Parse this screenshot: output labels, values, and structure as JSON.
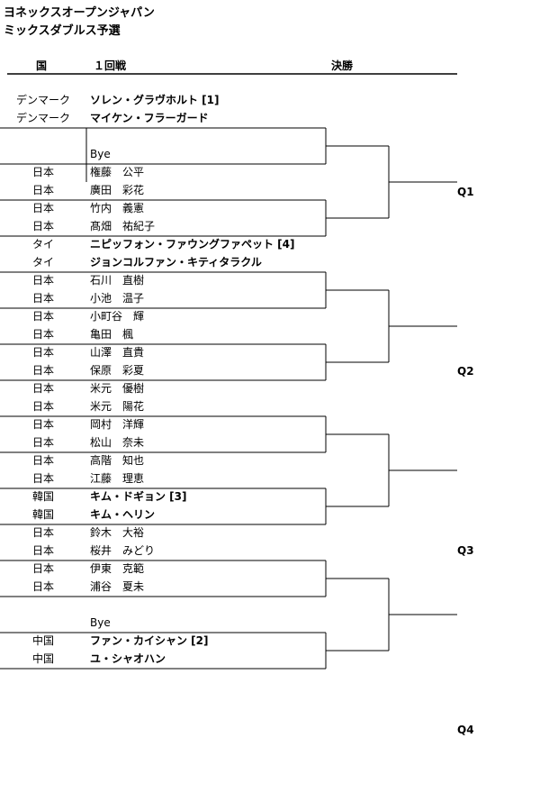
{
  "title1": "ヨネックスオープンジャパン",
  "title2": "ミックスダブルス予選",
  "headers": {
    "country": "国",
    "round1": "１回戦",
    "final": "決勝"
  },
  "entries": [
    {
      "country": "デンマーク",
      "player": "ソレン・グラヴホルト [1]",
      "seed": true
    },
    {
      "country": "デンマーク",
      "player": "マイケン・フラーガード",
      "seed": true
    },
    {
      "country": "",
      "player": "",
      "seed": false
    },
    {
      "country": "",
      "player": "Bye",
      "seed": false
    },
    {
      "country": "日本",
      "player": "権藤　公平",
      "seed": false
    },
    {
      "country": "日本",
      "player": "廣田　彩花",
      "seed": false
    },
    {
      "country": "日本",
      "player": "竹内　義憲",
      "seed": false
    },
    {
      "country": "日本",
      "player": "髙畑　祐紀子",
      "seed": false
    },
    {
      "country": "タイ",
      "player": "ニピッフォン・ファウングファペット [4]",
      "seed": true
    },
    {
      "country": "タイ",
      "player": "ジョンコルファン・キティタラクル",
      "seed": true
    },
    {
      "country": "日本",
      "player": "石川　直樹",
      "seed": false
    },
    {
      "country": "日本",
      "player": "小池　温子",
      "seed": false
    },
    {
      "country": "日本",
      "player": "小町谷　輝",
      "seed": false
    },
    {
      "country": "日本",
      "player": "亀田　楓",
      "seed": false
    },
    {
      "country": "日本",
      "player": "山澤　直貴",
      "seed": false
    },
    {
      "country": "日本",
      "player": "保原　彩夏",
      "seed": false
    },
    {
      "country": "日本",
      "player": "米元　優樹",
      "seed": false
    },
    {
      "country": "日本",
      "player": "米元　陽花",
      "seed": false
    },
    {
      "country": "日本",
      "player": "岡村　洋輝",
      "seed": false
    },
    {
      "country": "日本",
      "player": "松山　奈未",
      "seed": false
    },
    {
      "country": "日本",
      "player": "高階　知也",
      "seed": false
    },
    {
      "country": "日本",
      "player": "江藤　理恵",
      "seed": false
    },
    {
      "country": "韓国",
      "player": "キム・ドギョン [3]",
      "seed": true
    },
    {
      "country": "韓国",
      "player": "キム・ヘリン",
      "seed": true
    },
    {
      "country": "日本",
      "player": "鈴木　大裕",
      "seed": false
    },
    {
      "country": "日本",
      "player": "桜井　みどり",
      "seed": false
    },
    {
      "country": "日本",
      "player": "伊東　克範",
      "seed": false
    },
    {
      "country": "日本",
      "player": "浦谷　夏未",
      "seed": false
    },
    {
      "country": "",
      "player": "",
      "seed": false
    },
    {
      "country": "",
      "player": "Bye",
      "seed": false
    },
    {
      "country": "中国",
      "player": "ファン・カイシャン [2]",
      "seed": true
    },
    {
      "country": "中国",
      "player": "ユ・シャオハン",
      "seed": true
    }
  ],
  "qualifiers": [
    "Q1",
    "Q2",
    "Q3",
    "Q4"
  ]
}
